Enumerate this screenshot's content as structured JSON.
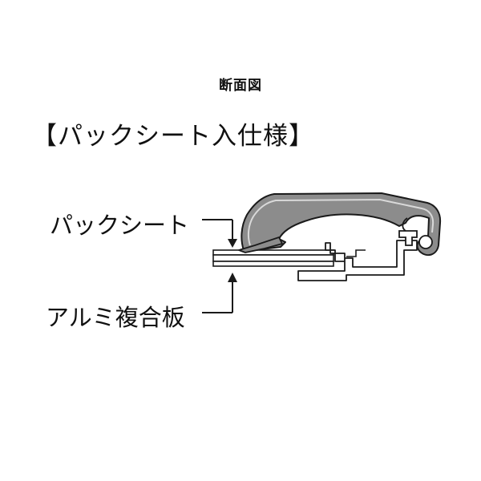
{
  "caption": "断面図",
  "spec_title": "【パックシート入仕様】",
  "labels": {
    "pack_sheet": "パックシート",
    "alumi_panel": "アルミ複合板"
  },
  "colors": {
    "line": "#1a1a1a",
    "frame_fill": "#8c8c8c",
    "background": "#ffffff"
  }
}
